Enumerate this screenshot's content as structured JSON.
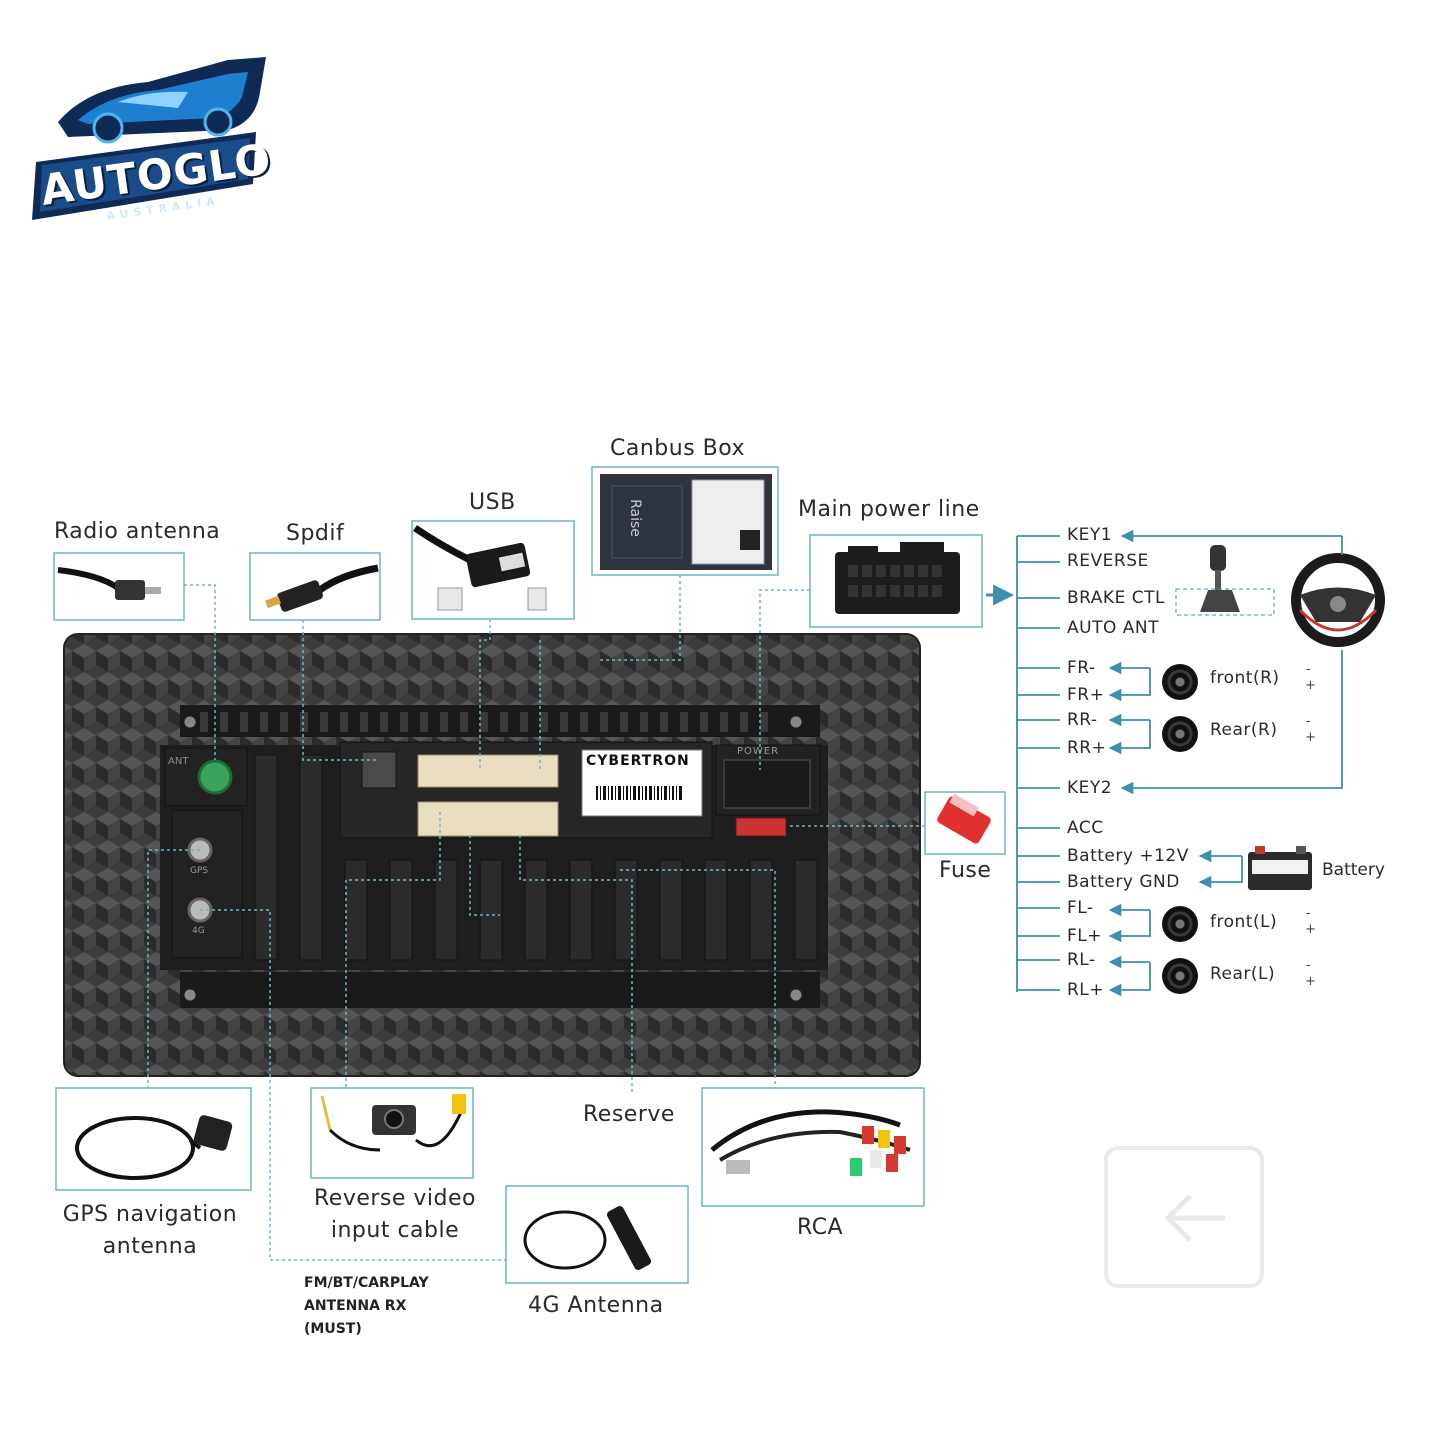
{
  "brand": {
    "name": "AUTOGLO",
    "sub": "AUSTRALIA"
  },
  "unit": {
    "model": "CYBERTRON",
    "port_ant": "ANT",
    "port_power": "POWER",
    "port_gps": "GPS",
    "port_4g": "4G"
  },
  "labels": {
    "canbus_box": "Canbus Box",
    "canbus_sticker": "Raise",
    "usb": "USB",
    "spdif": "Spdif",
    "radio_antenna": "Radio antenna",
    "main_power_line": "Main power line",
    "fuse": "Fuse",
    "reserve": "Reserve",
    "rca": "RCA",
    "gps_antenna_line1": "GPS navigation",
    "gps_antenna_line2": "antenna",
    "reverse_video_line1": "Reverse video",
    "reverse_video_line2": "input cable",
    "antenna_4g": "4G Antenna",
    "fm_bt_line1": "FM/BT/CARPLAY",
    "fm_bt_line2": "ANTENNA RX",
    "fm_bt_line3": "(MUST)",
    "battery": "Battery"
  },
  "wires": {
    "key1": "KEY1",
    "reverse": "REVERSE",
    "brake_ctl": "BRAKE CTL",
    "auto_ant": "AUTO ANT",
    "fr_minus": "FR-",
    "fr_plus": "FR+",
    "rr_minus": "RR-",
    "rr_plus": "RR+",
    "key2": "KEY2",
    "acc": "ACC",
    "battery_12v": "Battery +12V",
    "battery_gnd": "Battery GND",
    "fl_minus": "FL-",
    "fl_plus": "FL+",
    "rl_minus": "RL-",
    "rl_plus": "RL+"
  },
  "speakers": {
    "front_r": "front(R)",
    "rear_r": "Rear(R)",
    "front_l": "front(L)",
    "rear_l": "Rear(L)",
    "minus": "-",
    "plus": "+"
  },
  "colors": {
    "leader_line": "#6fb3c9",
    "arrow": "#3d8fb0",
    "unit_body": "#3a3a3a",
    "fuse_red": "#e03030",
    "ant_port_green": "#3aa35a"
  }
}
